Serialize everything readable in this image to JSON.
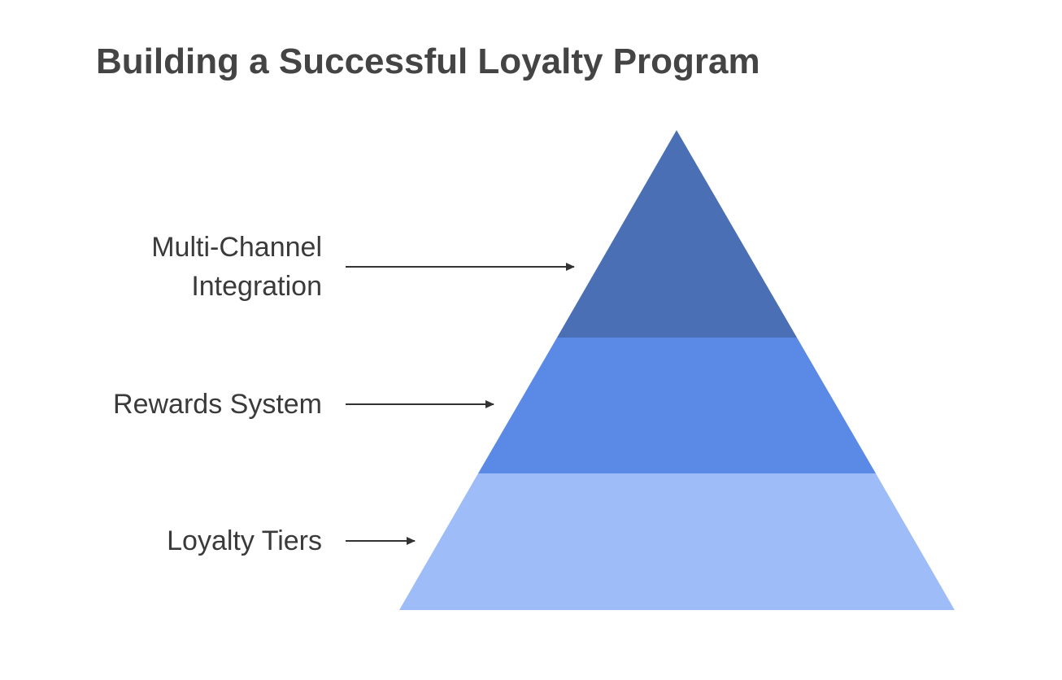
{
  "title": "Building a Successful Loyalty Program",
  "colors": {
    "top": "#4b6fb5",
    "middle": "#5a89e6",
    "bottom": "#9ebcf7",
    "text": "#3a3a3a",
    "title": "#444444",
    "arrow": "#333333"
  },
  "layers": [
    {
      "label_lines": [
        "Multi-Channel",
        "Integration"
      ]
    },
    {
      "label_lines": [
        "Rewards System"
      ]
    },
    {
      "label_lines": [
        "Loyalty Tiers"
      ]
    }
  ]
}
